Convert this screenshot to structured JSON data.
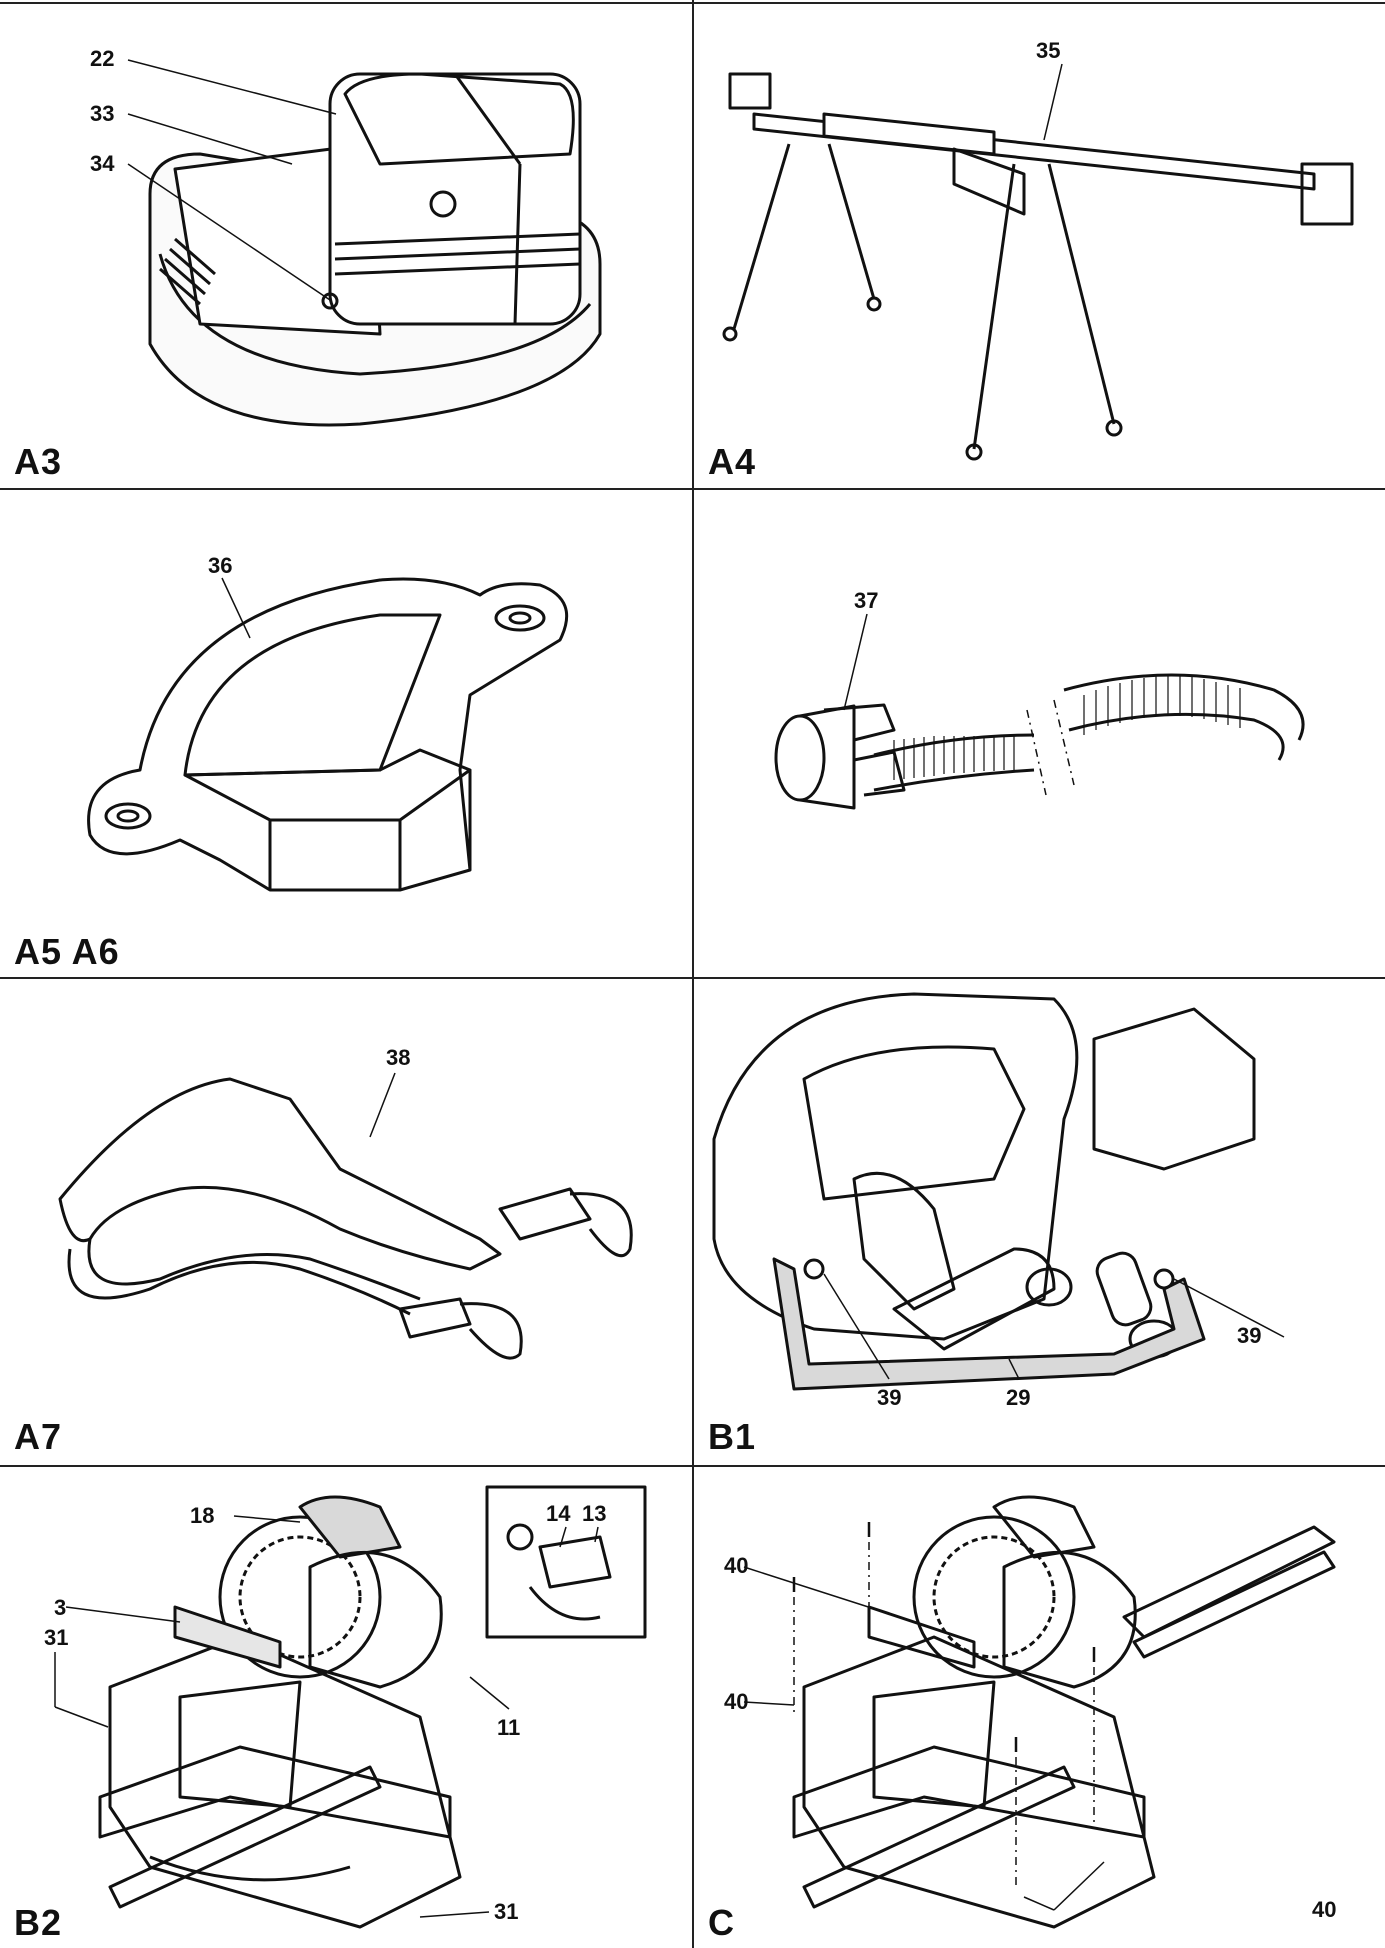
{
  "panels": [
    {
      "id": "A3",
      "label": "A3",
      "callouts": [
        "22",
        "33",
        "34"
      ],
      "subject": "battery-charger"
    },
    {
      "id": "A4",
      "label": "A4",
      "callouts": [
        "35"
      ],
      "subject": "saw-stand"
    },
    {
      "id": "A5A6",
      "label": "A5 A6",
      "callouts": [
        "36"
      ],
      "subject": "dust-chute"
    },
    {
      "id": "A7",
      "label": "",
      "callouts": [
        "37"
      ],
      "subject": "dust-hose"
    },
    {
      "id": "A7b",
      "label": "A7",
      "callouts": [
        "38"
      ],
      "subject": "carry-strap"
    },
    {
      "id": "B1",
      "label": "B1",
      "callouts": [
        "39",
        "39",
        "29"
      ],
      "subject": "lock-pin-handle"
    },
    {
      "id": "B2",
      "label": "B2",
      "callouts": [
        "18",
        "14",
        "13",
        "3",
        "31",
        "11",
        "31"
      ],
      "subject": "miter-saw-front"
    },
    {
      "id": "C",
      "label": "C",
      "callouts": [
        "40",
        "40",
        "40"
      ],
      "subject": "miter-saw-mounting"
    }
  ]
}
